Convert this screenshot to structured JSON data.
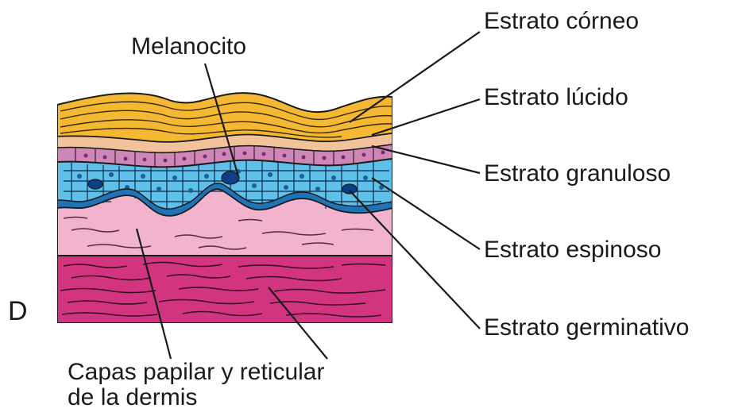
{
  "figure": {
    "panel_letter": "D",
    "labels": {
      "melanocito": "Melanocito",
      "estrato_corneo": "Estrato córneo",
      "estrato_lucido": "Estrato lúcido",
      "estrato_granuloso": "Estrato granuloso",
      "estrato_espinoso": "Estrato espinoso",
      "estrato_germinativo": "Estrato germinativo",
      "dermis_line1": "Capas papilar y reticular",
      "dermis_line2": "de la dermis"
    },
    "colors": {
      "corneo": "#f5b833",
      "lucido": "#f2c29a",
      "granuloso": "#cf87b8",
      "espinoso": "#5fc0ea",
      "germinativo": "#1f74b8",
      "papilar": "#f2b3cf",
      "reticular": "#d2347f",
      "ink": "#1a1a1a"
    }
  }
}
